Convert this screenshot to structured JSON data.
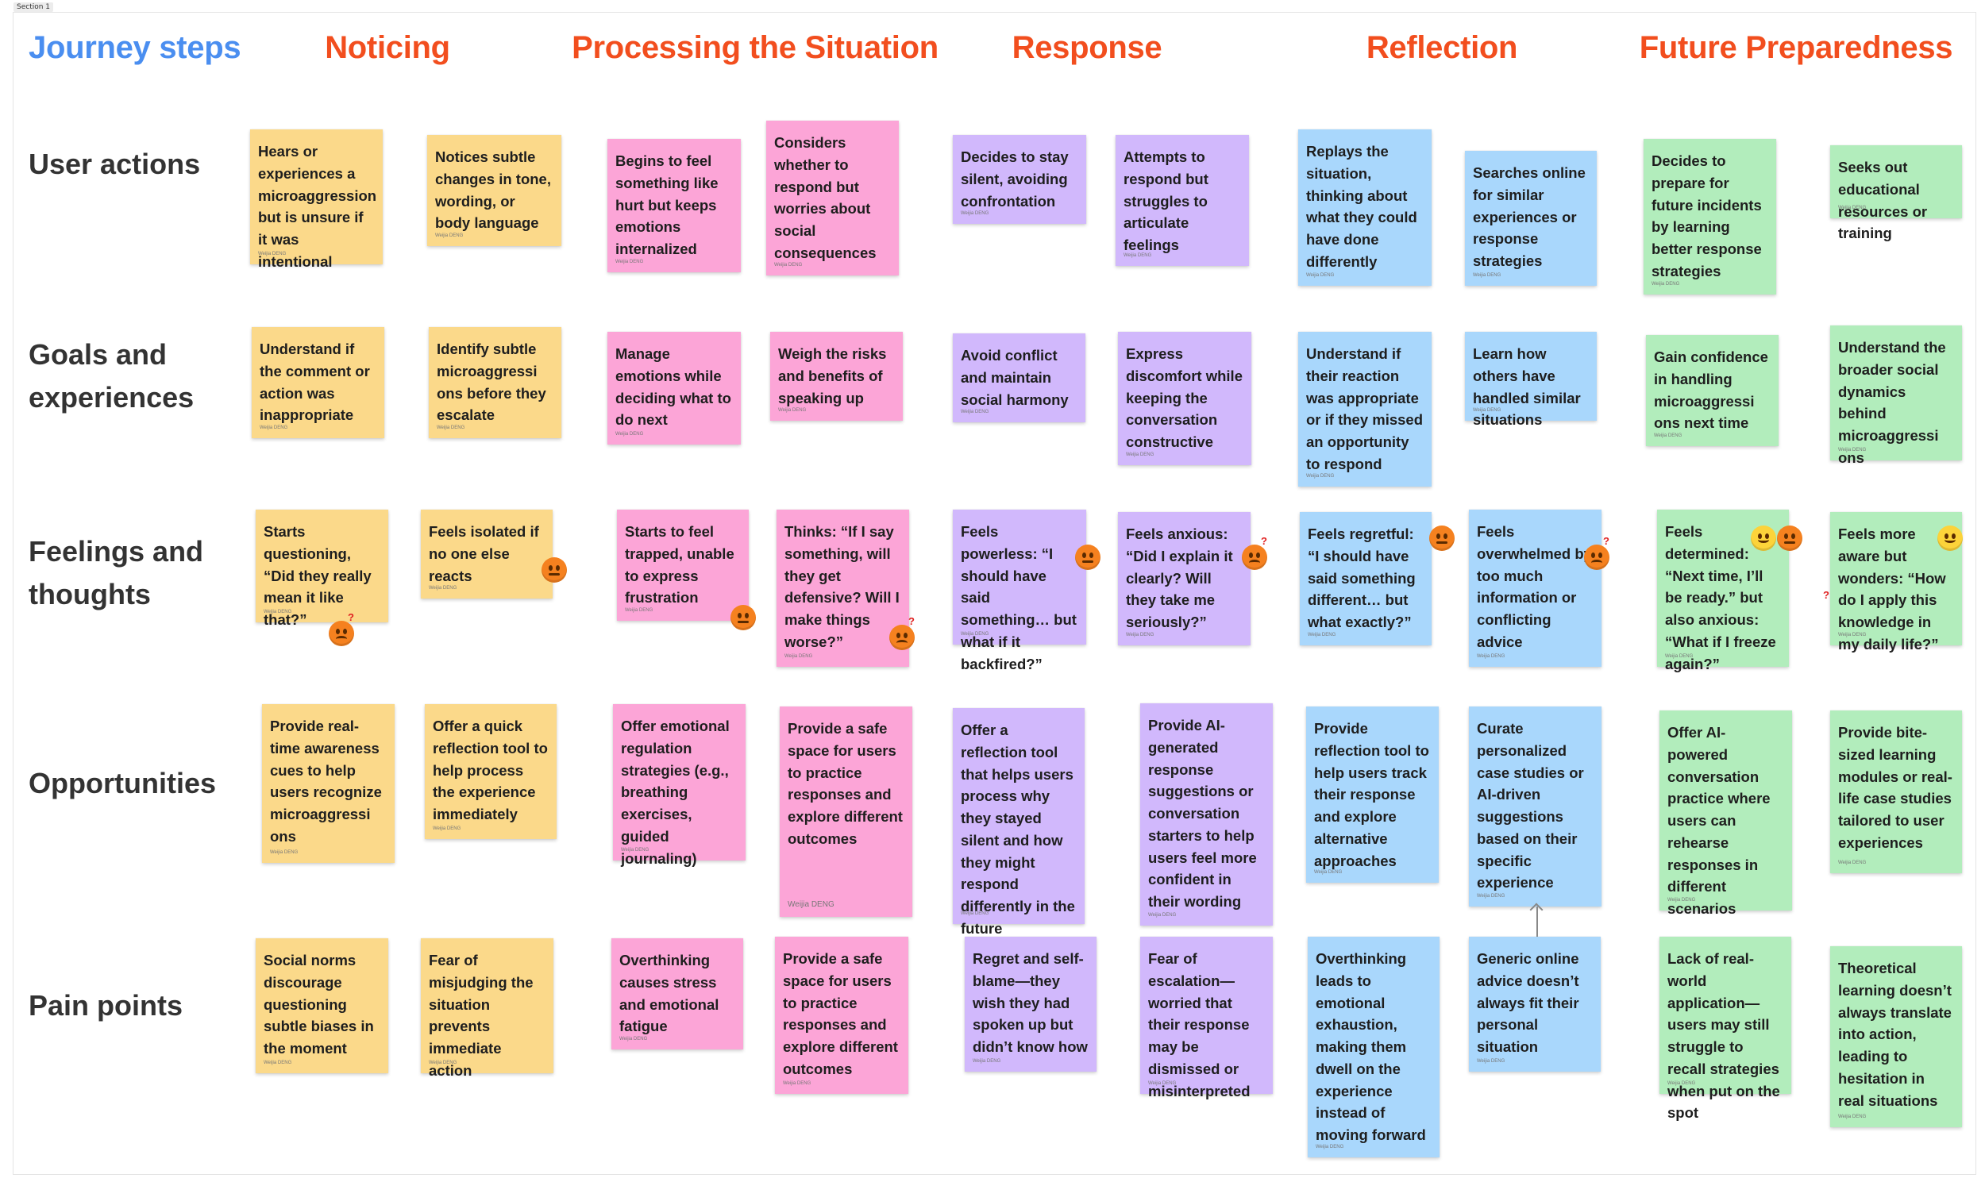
{
  "section_label": "Section 1",
  "journey_title": "Journey steps",
  "phases": [
    "Noticing",
    "Processing the Situation",
    "Response",
    "Reflection",
    "Future Preparedness"
  ],
  "rows": [
    "User actions",
    "Goals and experiences",
    "Feelings and thoughts",
    "Opportunities",
    "Pain points"
  ],
  "author": "Weijia DENG",
  "notes": [
    {
      "text": "Hears or experiences a microaggression but is unsure if it was intentional",
      "color": "yellow"
    },
    {
      "text": "Notices subtle changes in tone, wording, or body language",
      "color": "yellow"
    },
    {
      "text": "Begins to feel something like hurt but keeps emotions internalized",
      "color": "pink"
    },
    {
      "text": "Considers whether to respond but worries about social consequences",
      "color": "pink"
    },
    {
      "text": "Decides to stay silent, avoiding confrontation",
      "color": "purple"
    },
    {
      "text": "Attempts to respond but struggles to articulate feelings",
      "color": "purple"
    },
    {
      "text": "Replays the situation, thinking about what they could have done differently",
      "color": "blue"
    },
    {
      "text": "Searches online for similar experiences or response strategies",
      "color": "blue"
    },
    {
      "text": "Decides to prepare for future incidents by learning better response strategies",
      "color": "green"
    },
    {
      "text": "Seeks out educational resources or training",
      "color": "green"
    },
    {
      "text": "Understand if the comment or action was inappropriate",
      "color": "yellow"
    },
    {
      "text": "Identify subtle microaggressi ons before they escalate",
      "color": "yellow"
    },
    {
      "text": "Manage emotions while deciding what to do next",
      "color": "pink"
    },
    {
      "text": "Weigh the risks and benefits of speaking up",
      "color": "pink"
    },
    {
      "text": "Avoid conflict and maintain social harmony",
      "color": "purple"
    },
    {
      "text": "Express discomfort while keeping the conversation constructive",
      "color": "purple"
    },
    {
      "text": "Understand if their reaction was appropriate or if they missed an opportunity to respond",
      "color": "blue"
    },
    {
      "text": "Learn how others have handled similar situations",
      "color": "blue"
    },
    {
      "text": "Gain confidence in handling microaggressi ons next time",
      "color": "green"
    },
    {
      "text": "Understand the broader social dynamics behind microaggressi ons",
      "color": "green"
    },
    {
      "text": "Starts questioning, “Did they really mean it like that?”",
      "color": "yellow"
    },
    {
      "text": "Feels isolated if no one else reacts",
      "color": "yellow"
    },
    {
      "text": "Starts to feel trapped, unable to express frustration",
      "color": "pink"
    },
    {
      "text": "Thinks: “If I say something, will they get defensive? Will I make things worse?”",
      "color": "pink"
    },
    {
      "text": "Feels powerless: “I should have said something… but what if it backfired?”",
      "color": "purple"
    },
    {
      "text": "Feels anxious: “Did I explain it clearly? Will they take me seriously?”",
      "color": "purple"
    },
    {
      "text": "Feels regretful: “I should have said something different… but what exactly?”",
      "color": "blue"
    },
    {
      "text": "Feels overwhelmed by too much information or conflicting advice",
      "color": "blue"
    },
    {
      "text": "Feels determined: “Next time, I’ll be ready.” but also anxious: “What if I freeze again?”",
      "color": "green"
    },
    {
      "text": "Feels more aware but wonders: “How do I apply this knowledge in my daily life?”",
      "color": "green"
    },
    {
      "text": "Provide real-time awareness cues to help users recognize microaggressi ons",
      "color": "yellow"
    },
    {
      "text": "Offer a quick reflection tool to help process the experience immediately",
      "color": "yellow"
    },
    {
      "text": "Offer emotional regulation strategies (e.g., breathing exercises, guided journaling)",
      "color": "pink"
    },
    {
      "text": "Provide a safe space for users to practice responses and explore different outcomes",
      "color": "pink"
    },
    {
      "text": "Offer a reflection tool that helps users process why they stayed silent and how they might respond differently in the future",
      "color": "purple"
    },
    {
      "text": "Provide AI-generated response suggestions or conversation starters to help users feel more confident in their wording",
      "color": "purple"
    },
    {
      "text": "Provide reflection tool to help users track their response and explore alternative approaches",
      "color": "blue"
    },
    {
      "text": "Curate personalized case studies or AI-driven suggestions based on their specific experience",
      "color": "blue"
    },
    {
      "text": "Offer AI-powered conversation practice where users can rehearse responses in different scenarios",
      "color": "green"
    },
    {
      "text": "Provide bite-sized learning modules or real-life case studies tailored to user experiences",
      "color": "green"
    },
    {
      "text": "Social norms discourage questioning subtle biases in the moment",
      "color": "yellow"
    },
    {
      "text": "Fear of misjudging the situation prevents immediate action",
      "color": "yellow"
    },
    {
      "text": "Overthinking causes stress and emotional fatigue",
      "color": "pink"
    },
    {
      "text": "Provide a safe space for users to practice responses and explore different outcomes",
      "color": "pink"
    },
    {
      "text": "Regret and self-blame—they wish they had spoken up but didn’t know how",
      "color": "purple"
    },
    {
      "text": "Fear of escalation—worried that their response may be dismissed or misinterpreted",
      "color": "purple"
    },
    {
      "text": "Overthinking leads to emotional exhaustion, making them dwell on the experience instead of moving forward",
      "color": "blue"
    },
    {
      "text": "Generic online advice doesn’t always fit their personal situation",
      "color": "blue"
    },
    {
      "text": "Lack of real-world application—users may still struggle to recall strategies when put on the spot",
      "color": "green"
    },
    {
      "text": "Theoretical learning doesn’t always translate into action, leading to hesitation in real situations",
      "color": "green"
    }
  ],
  "emojis": [
    {
      "type": "frown-question",
      "color": "orange"
    },
    {
      "type": "neutral",
      "color": "orange"
    },
    {
      "type": "neutral",
      "color": "orange"
    },
    {
      "type": "frown-question",
      "color": "orange"
    },
    {
      "type": "neutral",
      "color": "orange"
    },
    {
      "type": "frown-question",
      "color": "orange"
    },
    {
      "type": "neutral",
      "color": "orange"
    },
    {
      "type": "frown-question",
      "color": "orange"
    },
    {
      "type": "smile",
      "color": "yellow"
    },
    {
      "type": "neutral",
      "color": "orange"
    },
    {
      "type": "smile",
      "color": "yellow"
    },
    {
      "type": "question",
      "color": "none"
    }
  ]
}
